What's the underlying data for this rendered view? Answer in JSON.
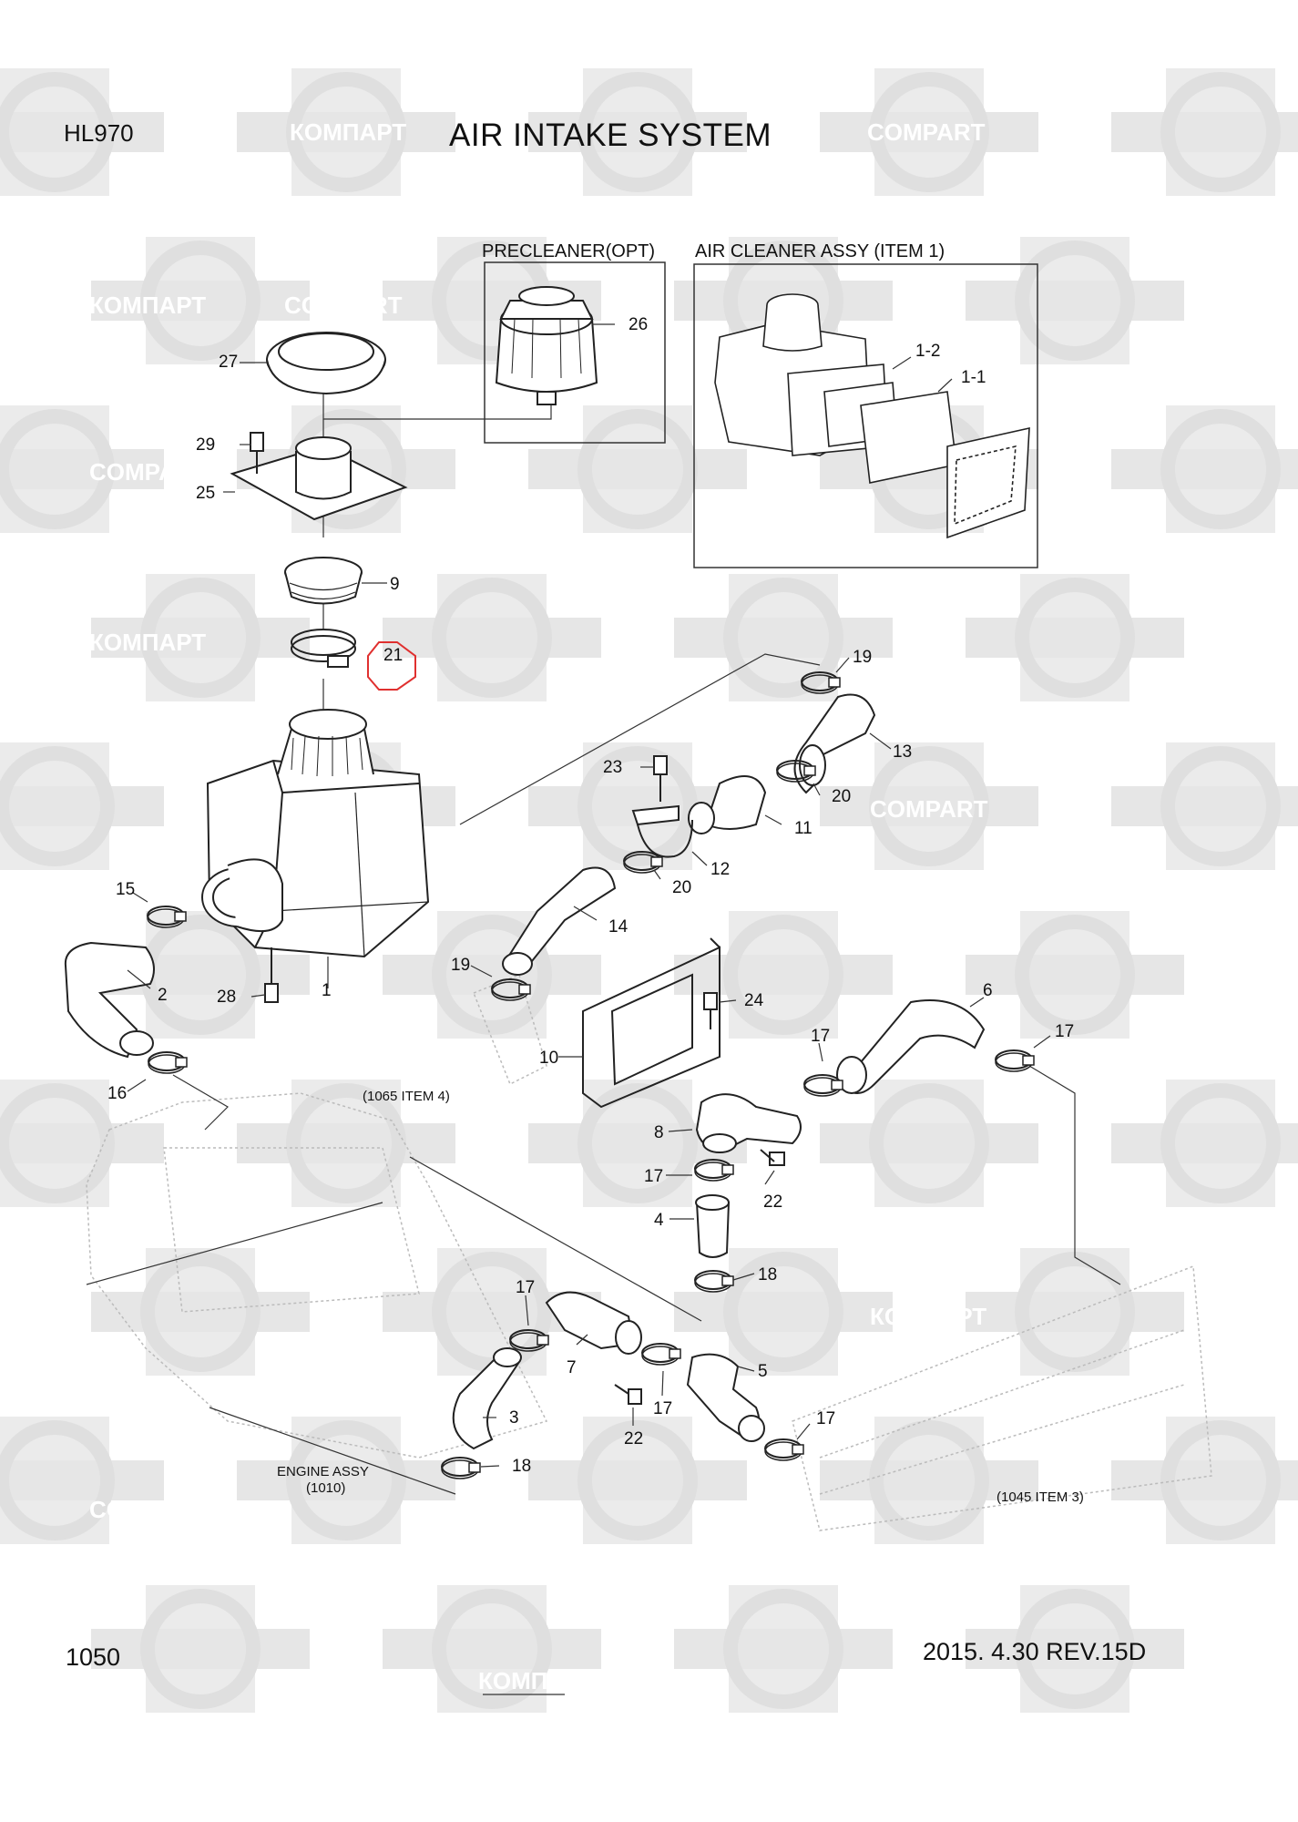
{
  "header": {
    "model": "HL970",
    "title": "AIR INTAKE SYSTEM"
  },
  "footer": {
    "page_number": "1050",
    "revision": "2015. 4.30 REV.15D"
  },
  "boxes": {
    "precleaner": "PRECLEANER(OPT)",
    "air_cleaner": "AIR CLEANER ASSY (ITEM 1)"
  },
  "watermark": {
    "cyrillic": "КОМПАРТ",
    "latin": "COMPART"
  },
  "references": {
    "item_1065": "(1065 ITEM 4)",
    "engine_assy": "ENGINE ASSY",
    "engine_assy_no": "(1010)",
    "item_1045": "(1045 ITEM 3)"
  },
  "highlight": {
    "item": "21",
    "color": "#e0302f"
  },
  "callouts": {
    "c27": "27",
    "c26": "26",
    "c29": "29",
    "c25": "25",
    "c9": "9",
    "c21": "21",
    "c1_2": "1-2",
    "c1_1": "1-1",
    "c19a": "19",
    "c13": "13",
    "c23": "23",
    "c20a": "20",
    "c11": "11",
    "c12": "12",
    "c20b": "20",
    "c15": "15",
    "c14": "14",
    "c19b": "19",
    "c2": "2",
    "c28": "28",
    "c1": "1",
    "c6": "6",
    "c24": "24",
    "c17a": "17",
    "c17b": "17",
    "c10": "10",
    "c16": "16",
    "c8": "8",
    "c17c": "17",
    "c22a": "22",
    "c4": "4",
    "c18a": "18",
    "c17d": "17",
    "c7": "7",
    "c5": "5",
    "c17e": "17",
    "c3": "3",
    "c22b": "22",
    "c17f": "17",
    "c18b": "18"
  }
}
